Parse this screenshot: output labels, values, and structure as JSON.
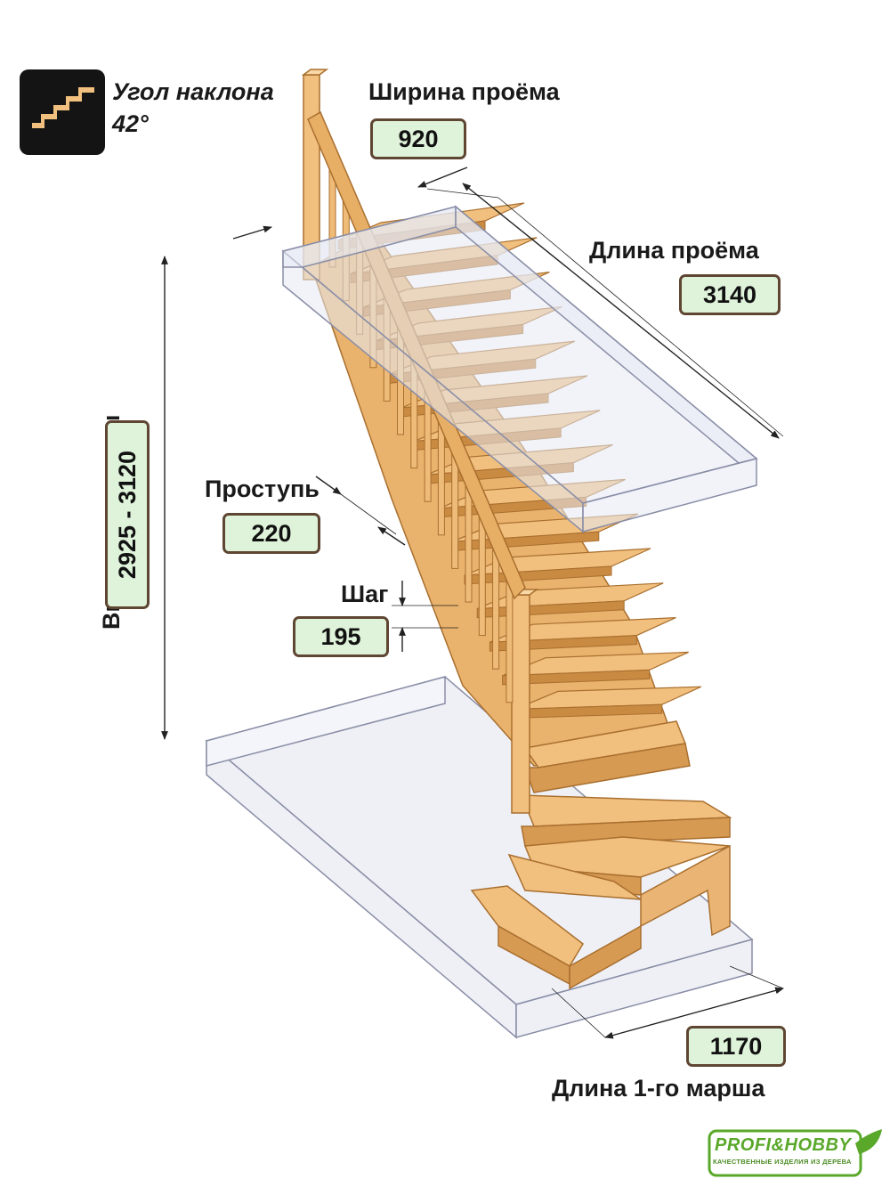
{
  "angle": {
    "title": "Угол наклона",
    "value": "42°"
  },
  "opening_width": {
    "label": "Ширина проёма",
    "value": "920"
  },
  "opening_length": {
    "label": "Длина проёма",
    "value": "3140"
  },
  "stair_height": {
    "label": "Высота лестницы",
    "value": "2925 - 3120"
  },
  "tread": {
    "label": "Проступь",
    "value": "220"
  },
  "step": {
    "label": "Шаг",
    "value": "195"
  },
  "first_flight_length": {
    "label": "Длина 1-го марша",
    "value": "1170"
  },
  "logo": {
    "name": "PROFI&HOBBY",
    "tagline": "КАЧЕСТВЕННЫЕ ИЗДЕЛИЯ ИЗ ДЕРЕВА"
  },
  "colors": {
    "wood": "#f2c07e",
    "wood_dark": "#c98a42",
    "value_fill": "#dff2da",
    "value_border": "#5e4632",
    "logo_green": "#5aa82a"
  }
}
